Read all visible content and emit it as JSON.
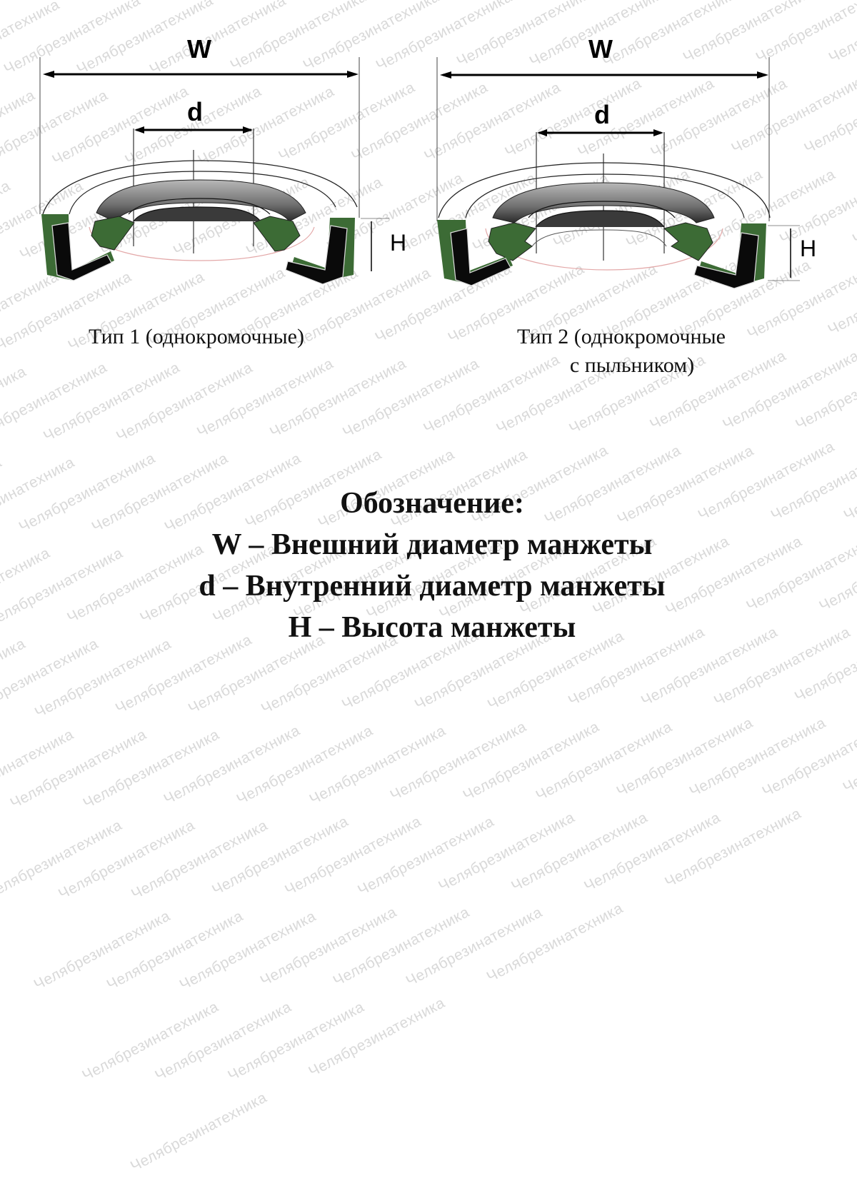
{
  "watermark": {
    "text": "Челябрезинатехника",
    "color": "#d9d9d9"
  },
  "colors": {
    "seal_green": "#3c6b35",
    "spring_black": "#0a0a0a",
    "inner_ring_gray": "#8a8a8a",
    "guide_line_red": "#e8a0a0",
    "dimension_line": "#000000"
  },
  "diagrams": [
    {
      "id": "type1",
      "dimensions": {
        "outer": "W",
        "inner": "d",
        "height": "H"
      },
      "caption": [
        "Тип 1 (однокромочные)"
      ]
    },
    {
      "id": "type2",
      "dimensions": {
        "outer": "W",
        "inner": "d",
        "height": "H"
      },
      "caption": [
        "Тип 2 (однокромочные",
        "с пыльником)"
      ]
    }
  ],
  "legend": {
    "title": "Обозначение:",
    "items": [
      "W – Внешний диаметр манжеты",
      "d – Внутренний диаметр манжеты",
      "H – Высота манжеты"
    ]
  }
}
